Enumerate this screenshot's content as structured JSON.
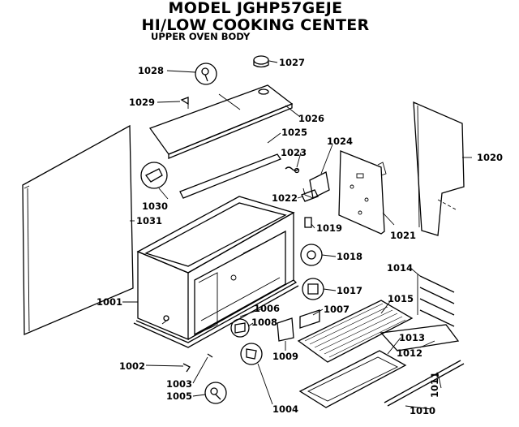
{
  "header": {
    "model": "MODEL JGHP57GEJE",
    "title": "HI/LOW COOKING CENTER",
    "subtitle": "UPPER OVEN BODY"
  },
  "part_labels": {
    "p1001": "1001",
    "p1002": "1002",
    "p1003": "1003",
    "p1004": "1004",
    "p1005": "1005",
    "p1006": "1006",
    "p1007": "1007",
    "p1008": "1008",
    "p1009": "1009",
    "p1010": "1010",
    "p1011": "1011",
    "p1012": "1012",
    "p1013": "1013",
    "p1014": "1014",
    "p1015": "1015",
    "p1017": "1017",
    "p1018": "1018",
    "p1019": "1019",
    "p1020": "1020",
    "p1021": "1021",
    "p1022": "1022",
    "p1023": "1023",
    "p1024": "1024",
    "p1025": "1025",
    "p1026": "1026",
    "p1027": "1027",
    "p1028": "1028",
    "p1029": "1029",
    "p1030": "1030",
    "p1031": "1031"
  }
}
